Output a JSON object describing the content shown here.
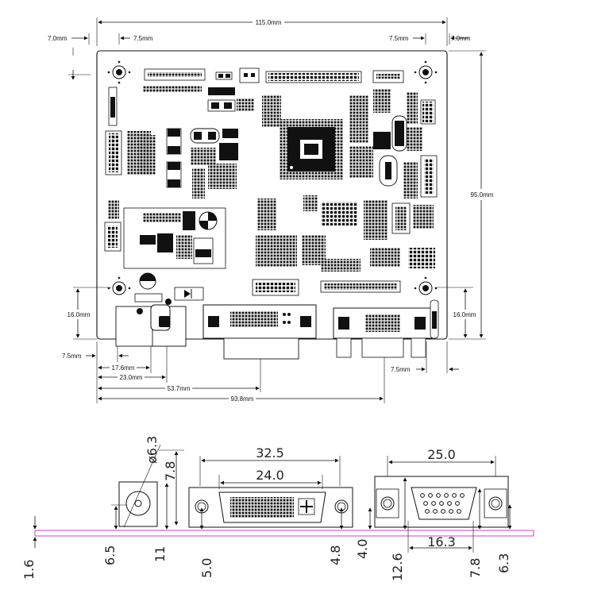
{
  "top_view": {
    "width_total": "115.0mm",
    "height_total": "95.0mm",
    "left_hole_offset": "7.0mm",
    "left_hole_x": "7.5mm",
    "right_hole_x": "7.5mm",
    "right_hole_offset": "7.0mm",
    "left_bottom_height": "16.0mm",
    "right_bottom_height": "16.0mm",
    "bottom_left_offset": "7.5mm",
    "bottom_right_offset": "7.5mm",
    "dc_jack_pos": "17.6mm",
    "dc_jack_center": "23.0mm",
    "dvi_center": "53.7mm",
    "vga_center": "93.8mm"
  },
  "side_view": {
    "barrel_diameter": "ø6.3",
    "barrel_height": "7.8",
    "dvi_outer": "32.5",
    "dvi_inner": "24.0",
    "vga_outer": "25.0",
    "vga_inner": "16.3",
    "base_offset": "1.6",
    "barrel_offset": "6.5",
    "barrel_total": "11",
    "dvi_offset": "5.0",
    "dvi_right_height": "4.8",
    "vga_left_offset": "4.0",
    "vga_left_height": "12.6",
    "vga_right_inner": "7.8",
    "vga_right_outer": "6.3"
  }
}
